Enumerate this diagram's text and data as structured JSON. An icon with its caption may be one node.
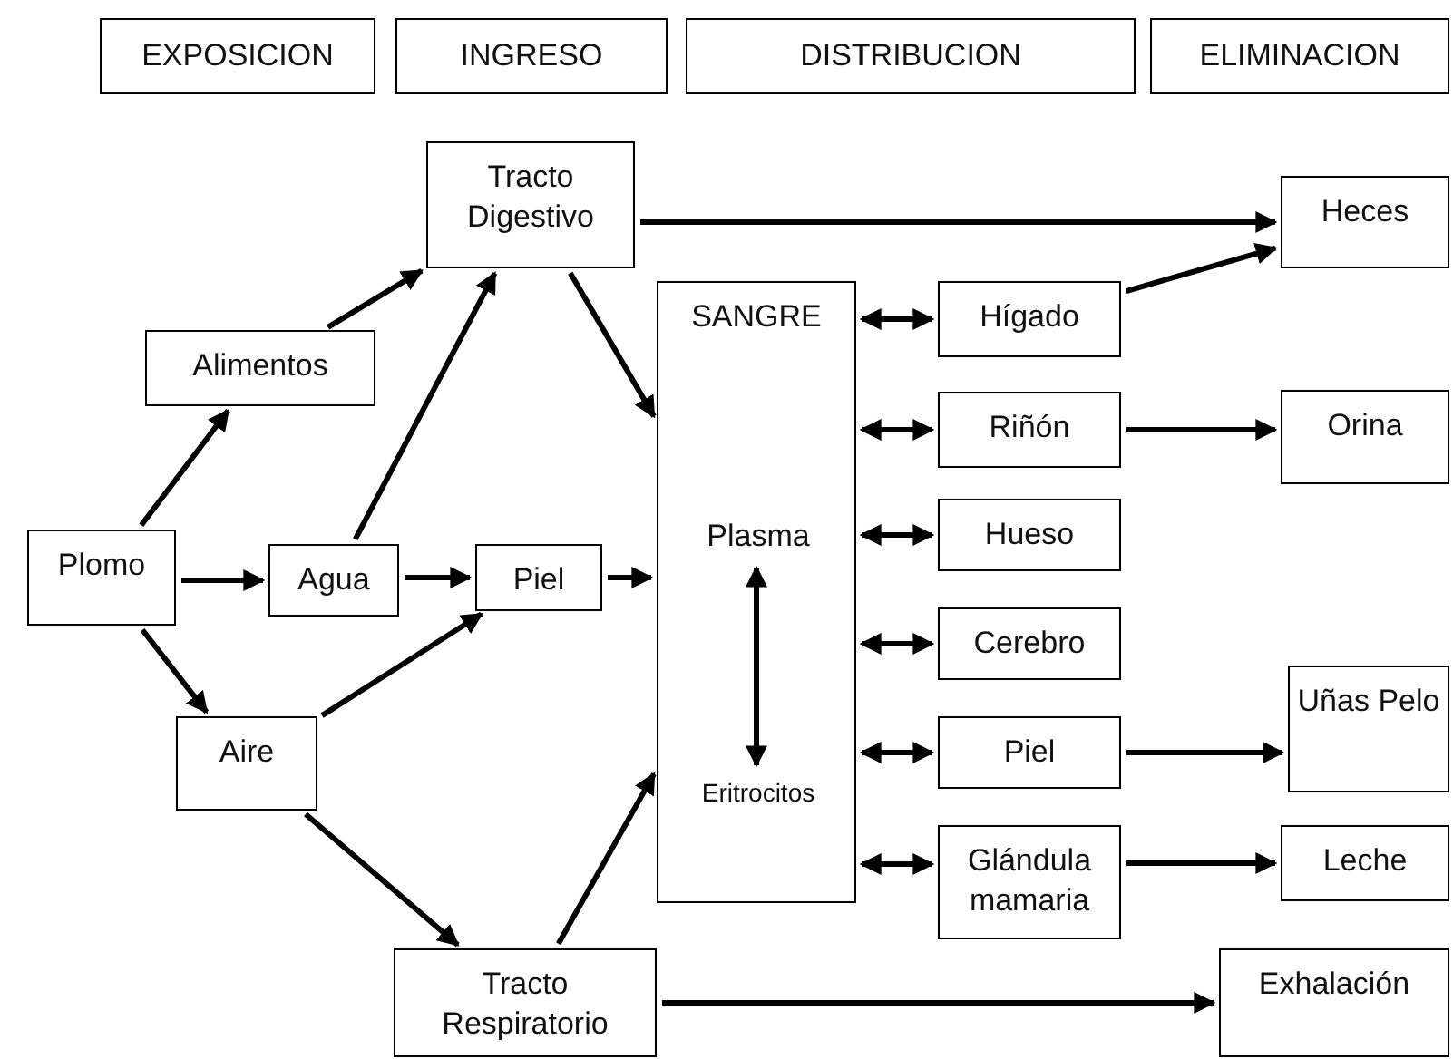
{
  "diagram": {
    "nodes": [
      {
        "text": [
          "EXPOSICION"
        ]
      },
      {
        "text": [
          "INGRESO"
        ]
      },
      {
        "text": [
          "DISTRIBUCION"
        ]
      },
      {
        "text": [
          "ELIMINACION"
        ]
      },
      {
        "text": [
          "Tracto Digestivo"
        ]
      },
      {
        "text": [
          "Alimentos"
        ]
      },
      {
        "text": [
          "Plomo"
        ]
      },
      {
        "text": [
          "Agua"
        ]
      },
      {
        "text": [
          "Piel"
        ]
      },
      {
        "text": [
          "Aire"
        ]
      },
      {
        "text": [
          "Tracto Respiratorio"
        ]
      },
      {
        "text": [
          "SANGRE"
        ]
      },
      {
        "text": [
          "Plasma"
        ],
        "in": 11
      },
      {
        "text": [
          "Eritrocitos"
        ],
        "in": 11
      },
      {
        "text": [
          "Hígado"
        ]
      },
      {
        "text": [
          "Riñón"
        ]
      },
      {
        "text": [
          "Hueso"
        ]
      },
      {
        "text": [
          "Cerebro"
        ]
      },
      {
        "text": [
          "Piel"
        ]
      },
      {
        "text": [
          "Glándula mamaria"
        ]
      },
      {
        "text": [
          "Heces"
        ]
      },
      {
        "text": [
          "Orina"
        ]
      },
      {
        "text": [
          "Uñas Pelo"
        ]
      },
      {
        "text": [
          "Leche"
        ]
      },
      {
        "text": [
          "Exhalación"
        ]
      }
    ],
    "edges": [
      {
        "from": 6,
        "to": 5,
        "arrow": "to"
      },
      {
        "from": 6,
        "to": 7,
        "arrow": "to"
      },
      {
        "from": 6,
        "to": 9,
        "arrow": "to"
      },
      {
        "from": 5,
        "to": 4,
        "arrow": "to"
      },
      {
        "from": 7,
        "to": 4,
        "arrow": "to"
      },
      {
        "from": 7,
        "to": 8,
        "arrow": "to"
      },
      {
        "from": 9,
        "to": 8,
        "arrow": "to"
      },
      {
        "from": 9,
        "to": 10,
        "arrow": "to"
      },
      {
        "from": 4,
        "to": 11,
        "arrow": "to"
      },
      {
        "from": 8,
        "to": 11,
        "arrow": "to"
      },
      {
        "from": 10,
        "to": 11,
        "arrow": "to"
      },
      {
        "from": 12,
        "to": 13,
        "arrow": "both"
      },
      {
        "from": 4,
        "to": 20,
        "arrow": "to"
      },
      {
        "from": 11,
        "to": 14,
        "arrow": "both"
      },
      {
        "from": 11,
        "to": 15,
        "arrow": "both"
      },
      {
        "from": 11,
        "to": 16,
        "arrow": "both"
      },
      {
        "from": 11,
        "to": 17,
        "arrow": "both"
      },
      {
        "from": 11,
        "to": 18,
        "arrow": "both"
      },
      {
        "from": 11,
        "to": 19,
        "arrow": "both"
      },
      {
        "from": 14,
        "to": 20,
        "arrow": "to"
      },
      {
        "from": 15,
        "to": 21,
        "arrow": "to"
      },
      {
        "from": 18,
        "to": 22,
        "arrow": "to"
      },
      {
        "from": 19,
        "to": 23,
        "arrow": "to"
      },
      {
        "from": 10,
        "to": 24,
        "arrow": "to"
      }
    ]
  }
}
